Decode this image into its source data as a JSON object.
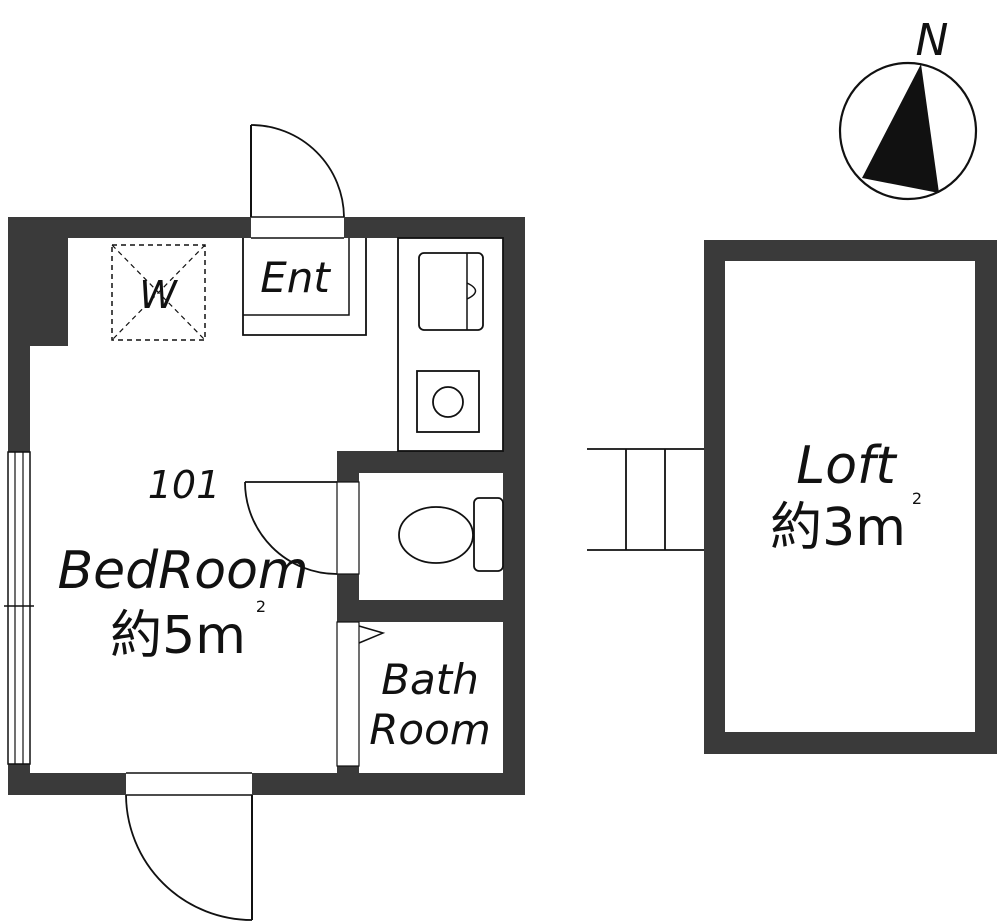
{
  "compass": {
    "north_label": "N"
  },
  "rooms": {
    "unit_number": "101",
    "bedroom": {
      "name": "BedRoom",
      "area_prefix": "約5m",
      "area_superscript": "2"
    },
    "entrance": {
      "name": "Ent"
    },
    "closet": {
      "name": "W"
    },
    "bathroom": {
      "name_line1": "Bath",
      "name_line2": "Room"
    },
    "loft": {
      "name": "Loft",
      "area_prefix": "約3m",
      "area_superscript": "2"
    }
  },
  "colors": {
    "wall": "#3a3a3a",
    "line": "#111111",
    "background": "#ffffff"
  }
}
